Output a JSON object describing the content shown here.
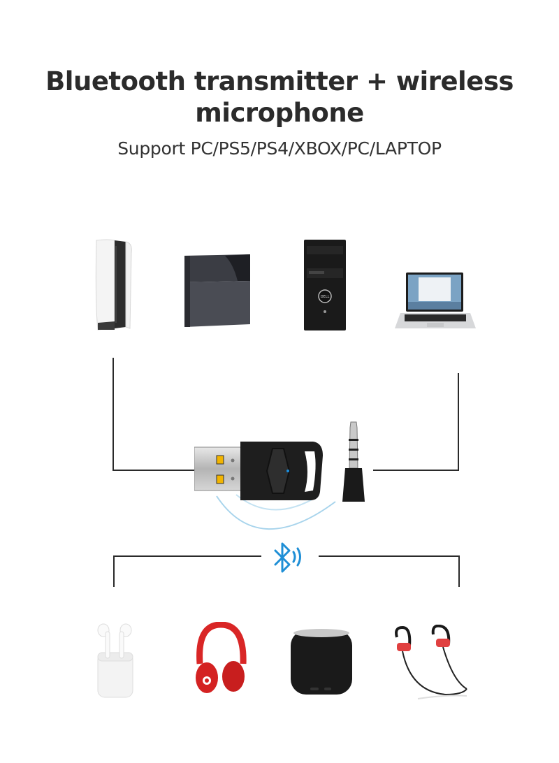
{
  "header": {
    "title_line1": "Bluetooth transmitter + wireless",
    "title_line2": "microphone",
    "subtitle": "Support PC/PS5/PS4/XBOX/PC/LAPTOP"
  },
  "source_devices": [
    {
      "name": "PS5 console",
      "icon": "ps5-console-icon"
    },
    {
      "name": "PS4 console",
      "icon": "ps4-console-icon"
    },
    {
      "name": "Desktop PC tower",
      "icon": "pc-tower-icon",
      "brand_label": "DELL"
    },
    {
      "name": "Laptop",
      "icon": "laptop-icon"
    }
  ],
  "center_product": {
    "usb_dongle": "usb-bluetooth-dongle-icon",
    "microphone": "3.5mm-mic-plug-icon",
    "led_color": "#1a8fe0",
    "wave_color": "#9fd0ea"
  },
  "connector": {
    "icon": "bluetooth-icon",
    "color": "#1f8fd6"
  },
  "target_devices": [
    {
      "name": "AirPods",
      "icon": "airpods-icon"
    },
    {
      "name": "Red headphones",
      "icon": "headphones-icon"
    },
    {
      "name": "Bluetooth speaker",
      "icon": "speaker-icon"
    },
    {
      "name": "Sport earphones",
      "icon": "sport-earphones-icon"
    }
  ]
}
